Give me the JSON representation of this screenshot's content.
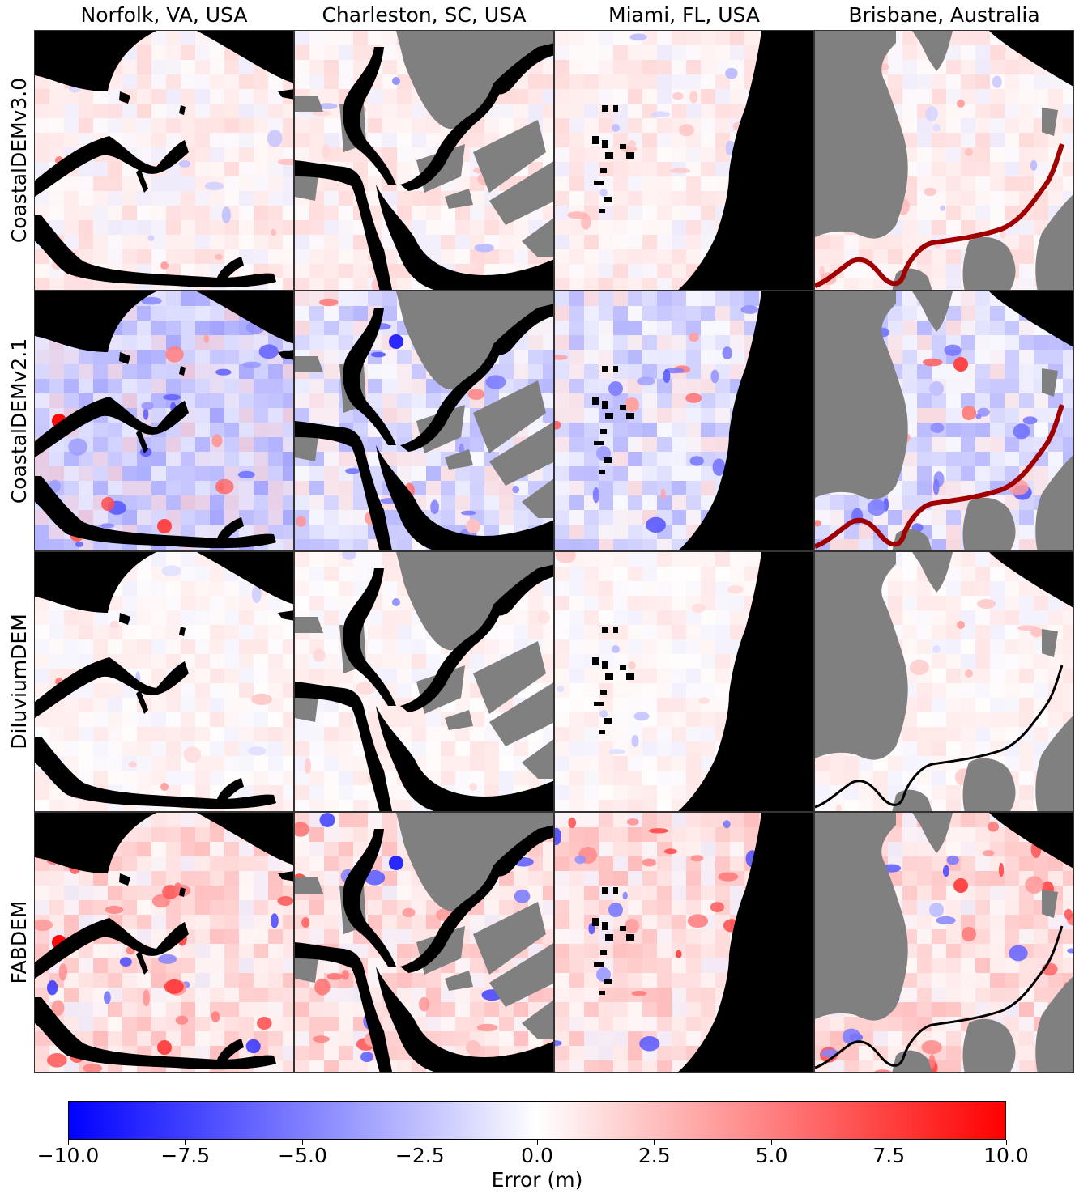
{
  "chart_data": {
    "type": "heatmap",
    "columns": [
      "Norfolk, VA, USA",
      "Charleston, SC, USA",
      "Miami, FL, USA",
      "Brisbane, Australia"
    ],
    "rows": [
      "CoastalDEMv3.0",
      "CoastalDEMv2.1",
      "DiluviumDEM",
      "FABDEM"
    ],
    "colorbar": {
      "label": "Error (m)",
      "range": [
        -10.0,
        10.0
      ],
      "ticks": [
        "−10.0",
        "−7.5",
        "−5.0",
        "−2.5",
        "0.0",
        "2.5",
        "5.0",
        "7.5",
        "10.0"
      ],
      "tick_values": [
        -10,
        -7.5,
        -5,
        -2.5,
        0,
        2.5,
        5,
        7.5,
        10
      ],
      "colormap": "bwr",
      "colors": {
        "low": "#0000ff",
        "mid": "#ffffff",
        "high": "#ff0000"
      }
    },
    "background_colors": {
      "water": "#000000",
      "no_data": "#808080"
    }
  }
}
